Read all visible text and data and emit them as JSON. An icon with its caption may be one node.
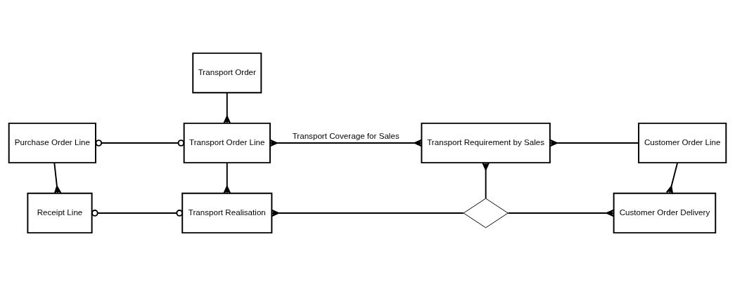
{
  "diagram": {
    "nodes": [
      {
        "text": [
          "Transport Order"
        ]
      },
      {
        "text": [
          "Purchase Order Line"
        ]
      },
      {
        "text": [
          "Transport Order Line"
        ]
      },
      {
        "text": [
          "Transport Requirement by Sales"
        ]
      },
      {
        "text": [
          "Customer Order Line"
        ]
      },
      {
        "text": [
          "Receipt Line"
        ]
      },
      {
        "text": [
          "Transport Realisation"
        ]
      },
      {
        "text": [],
        "shape": "diamond"
      },
      {
        "text": [
          "Customer Order Delivery"
        ]
      }
    ],
    "edges": [
      {
        "from": 0,
        "to": 2,
        "arrow": "other"
      },
      {
        "from": 1,
        "to": 2,
        "arrow": "other"
      },
      {
        "from": 2,
        "to": 3,
        "arrow": "other",
        "label": "Transport Coverage for Sales"
      },
      {
        "from": 3,
        "to": 4,
        "arrow": "other"
      },
      {
        "from": 1,
        "to": 5,
        "arrow": "other"
      },
      {
        "from": 5,
        "to": 6,
        "arrow": "other"
      },
      {
        "from": 2,
        "to": 6,
        "arrow": "other"
      },
      {
        "from": 6,
        "to": 7,
        "arrow": "other"
      },
      {
        "from": 3,
        "to": 7,
        "arrow": "other"
      },
      {
        "from": 7,
        "to": 8,
        "arrow": "other"
      },
      {
        "from": 4,
        "to": 8,
        "arrow": "other"
      }
    ]
  }
}
